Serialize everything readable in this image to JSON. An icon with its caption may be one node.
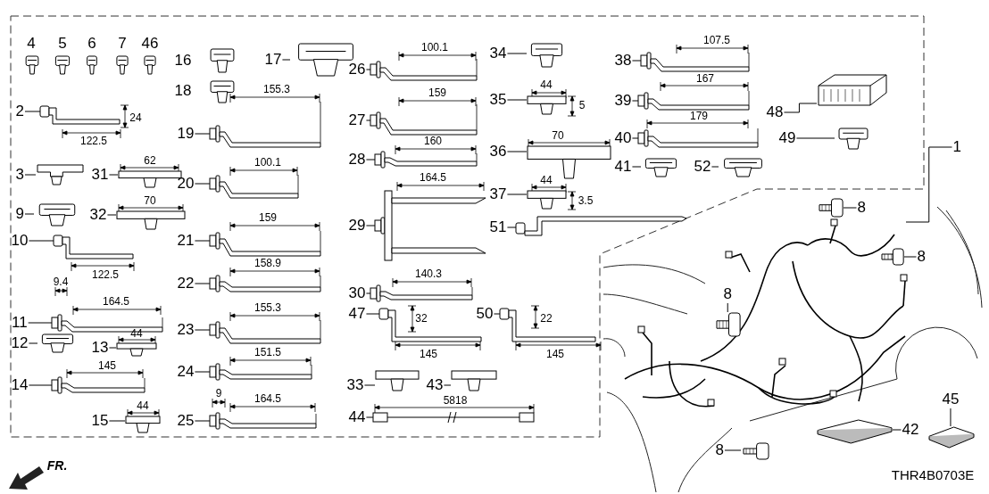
{
  "diagram": {
    "nodes": [
      {
        "text": [
          "2"
        ]
      },
      {
        "text": [],
        "shape": "picture"
      },
      {
        "text": [
          "3"
        ]
      },
      {
        "text": [],
        "shape": "picture"
      },
      {
        "text": [
          "31"
        ]
      },
      {
        "text": [],
        "shape": "picture"
      },
      {
        "text": [
          "9"
        ]
      },
      {
        "text": [],
        "shape": "picture"
      },
      {
        "text": [
          "32"
        ]
      },
      {
        "text": [],
        "shape": "picture"
      },
      {
        "text": [
          "10"
        ]
      },
      {
        "text": [],
        "shape": "picture"
      },
      {
        "text": [
          "11"
        ]
      },
      {
        "text": [],
        "shape": "picture"
      },
      {
        "text": [
          "12"
        ]
      },
      {
        "text": [],
        "shape": "picture"
      },
      {
        "text": [
          "13"
        ]
      },
      {
        "text": [],
        "shape": "picture"
      },
      {
        "text": [
          "14"
        ]
      },
      {
        "text": [],
        "shape": "picture"
      },
      {
        "text": [
          "15"
        ]
      },
      {
        "text": [],
        "shape": "picture"
      },
      {
        "text": [
          "17"
        ]
      },
      {
        "text": [],
        "shape": "picture"
      },
      {
        "text": [
          "19"
        ]
      },
      {
        "text": [],
        "shape": "picture"
      },
      {
        "text": [
          "20"
        ]
      },
      {
        "text": [],
        "shape": "picture"
      },
      {
        "text": [
          "21"
        ]
      },
      {
        "text": [],
        "shape": "picture"
      },
      {
        "text": [
          "22"
        ]
      },
      {
        "text": [],
        "shape": "picture"
      },
      {
        "text": [
          "23"
        ]
      },
      {
        "text": [],
        "shape": "picture"
      },
      {
        "text": [
          "24"
        ]
      },
      {
        "text": [],
        "shape": "picture"
      },
      {
        "text": [
          "25"
        ]
      },
      {
        "text": [],
        "shape": "picture"
      },
      {
        "text": [
          "26"
        ]
      },
      {
        "text": [],
        "shape": "picture"
      },
      {
        "text": [
          "27"
        ]
      },
      {
        "text": [],
        "shape": "picture"
      },
      {
        "text": [
          "28"
        ]
      },
      {
        "text": [],
        "shape": "picture"
      },
      {
        "text": [
          "29"
        ]
      },
      {
        "text": [],
        "shape": "picture"
      },
      {
        "text": [
          "30"
        ]
      },
      {
        "text": [],
        "shape": "picture"
      },
      {
        "text": [
          "47"
        ]
      },
      {
        "text": [],
        "shape": "picture"
      },
      {
        "text": [
          "33"
        ]
      },
      {
        "text": [],
        "shape": "picture"
      },
      {
        "text": [
          "43"
        ]
      },
      {
        "text": [],
        "shape": "picture"
      },
      {
        "text": [
          "44"
        ]
      },
      {
        "text": [],
        "shape": "picture"
      },
      {
        "text": [
          "34"
        ]
      },
      {
        "text": [],
        "shape": "picture"
      },
      {
        "text": [
          "35"
        ]
      },
      {
        "text": [],
        "shape": "picture"
      },
      {
        "text": [
          "36"
        ]
      },
      {
        "text": [],
        "shape": "picture"
      },
      {
        "text": [
          "37"
        ]
      },
      {
        "text": [],
        "shape": "picture"
      },
      {
        "text": [
          "51"
        ]
      },
      {
        "text": [],
        "shape": "picture"
      },
      {
        "text": [
          "50"
        ]
      },
      {
        "text": [],
        "shape": "picture"
      },
      {
        "text": [
          "38"
        ]
      },
      {
        "text": [],
        "shape": "picture"
      },
      {
        "text": [
          "39"
        ]
      },
      {
        "text": [],
        "shape": "picture"
      },
      {
        "text": [
          "40"
        ]
      },
      {
        "text": [],
        "shape": "picture"
      },
      {
        "text": [
          "41"
        ]
      },
      {
        "text": [],
        "shape": "picture"
      },
      {
        "text": [
          "52"
        ]
      },
      {
        "text": [],
        "shape": "picture"
      },
      {
        "text": [
          "48"
        ]
      },
      {
        "text": [],
        "shape": "picture"
      },
      {
        "text": [
          "49"
        ]
      },
      {
        "text": [],
        "shape": "picture"
      },
      {
        "text": [
          "1"
        ]
      },
      {
        "text": [],
        "shape": "picture"
      },
      {
        "text": [
          "8"
        ]
      },
      {
        "text": [],
        "shape": "picture"
      },
      {
        "text": [
          "8"
        ]
      },
      {
        "text": [],
        "shape": "picture",
        "in": 83
      },
      {
        "text": [
          "8"
        ],
        "in": 83
      },
      {
        "text": [],
        "shape": "picture",
        "in": 83
      },
      {
        "text": [
          "8"
        ]
      },
      {
        "text": [],
        "shape": "picture"
      },
      {
        "text": [
          "42"
        ]
      },
      {
        "text": [],
        "shape": "picture"
      },
      {
        "text": [
          "45"
        ]
      },
      {
        "text": [],
        "shape": "picture"
      }
    ],
    "edges": [
      {
        "from": 0,
        "to": 1,
        "arrow": "none"
      },
      {
        "from": 2,
        "to": 3,
        "arrow": "none"
      },
      {
        "from": 4,
        "to": 5,
        "arrow": "none"
      },
      {
        "from": 6,
        "to": 7,
        "arrow": "none"
      },
      {
        "from": 8,
        "to": 9,
        "arrow": "none"
      },
      {
        "from": 10,
        "to": 11,
        "arrow": "none"
      },
      {
        "from": 12,
        "to": 13,
        "arrow": "none"
      },
      {
        "from": 14,
        "to": 15,
        "arrow": "none"
      },
      {
        "from": 16,
        "to": 17,
        "arrow": "none"
      },
      {
        "from": 18,
        "to": 19,
        "arrow": "none"
      },
      {
        "from": 20,
        "to": 21,
        "arrow": "none"
      },
      {
        "from": 22,
        "to": 23,
        "arrow": "none"
      },
      {
        "from": 24,
        "to": 25,
        "arrow": "none"
      },
      {
        "from": 26,
        "to": 27,
        "arrow": "none"
      },
      {
        "from": 28,
        "to": 29,
        "arrow": "none"
      },
      {
        "from": 30,
        "to": 31,
        "arrow": "none"
      },
      {
        "from": 32,
        "to": 33,
        "arrow": "none"
      },
      {
        "from": 34,
        "to": 35,
        "arrow": "none"
      },
      {
        "from": 36,
        "to": 37,
        "arrow": "none"
      },
      {
        "from": 38,
        "to": 39,
        "arrow": "none"
      },
      {
        "from": 40,
        "to": 41,
        "arrow": "none"
      },
      {
        "from": 42,
        "to": 43,
        "arrow": "none"
      },
      {
        "from": 44,
        "to": 45,
        "arrow": "none"
      },
      {
        "from": 46,
        "to": 47,
        "arrow": "none"
      },
      {
        "from": 48,
        "to": 49,
        "arrow": "none"
      },
      {
        "from": 50,
        "to": 51,
        "arrow": "none"
      },
      {
        "from": 52,
        "to": 53,
        "arrow": "none"
      },
      {
        "from": 54,
        "to": 55,
        "arrow": "none"
      },
      {
        "from": 56,
        "to": 57,
        "arrow": "none"
      },
      {
        "from": 58,
        "to": 59,
        "arrow": "none"
      },
      {
        "from": 60,
        "to": 61,
        "arrow": "none"
      },
      {
        "from": 62,
        "to": 63,
        "arrow": "none"
      },
      {
        "from": 64,
        "to": 65,
        "arrow": "none"
      },
      {
        "from": 66,
        "to": 67,
        "arrow": "none"
      },
      {
        "from": 68,
        "to": 69,
        "arrow": "none"
      },
      {
        "from": 70,
        "to": 71,
        "arrow": "none"
      },
      {
        "from": 72,
        "to": 73,
        "arrow": "none"
      },
      {
        "from": 74,
        "to": 75,
        "arrow": "none"
      },
      {
        "from": 76,
        "to": 77,
        "arrow": "none"
      },
      {
        "from": 78,
        "to": 79,
        "arrow": "none"
      },
      {
        "from": 80,
        "to": 81,
        "arrow": "none"
      },
      {
        "from": 82,
        "to": 83,
        "arrow": "none"
      },
      {
        "from": 84,
        "to": 85,
        "arrow": "none"
      },
      {
        "from": 86,
        "to": 87,
        "arrow": "none"
      },
      {
        "from": 88,
        "to": 89,
        "arrow": "none"
      },
      {
        "from": 90,
        "to": 91,
        "arrow": "none"
      },
      {
        "from": 92,
        "to": 93,
        "arrow": "none"
      },
      {
        "from": 94,
        "to": 95,
        "arrow": "none"
      }
    ],
    "labels": [
      "4",
      "5",
      "6",
      "7",
      "46",
      "24",
      "122.5",
      "62",
      "70",
      "122.5",
      "9.4",
      "164.5",
      "44",
      "145",
      "44",
      "16",
      "18",
      "155.3",
      "100.1",
      "159",
      "158.9",
      "155.3",
      "151.5",
      "9",
      "164.5",
      "100.1",
      "159",
      "160",
      "164.5",
      "140.3",
      "32",
      "145",
      "5818",
      "44",
      "5",
      "70",
      "44",
      "3.5",
      "22",
      "145",
      "107.5",
      "167",
      "179",
      "THR4B0703E",
      "FR."
    ]
  }
}
